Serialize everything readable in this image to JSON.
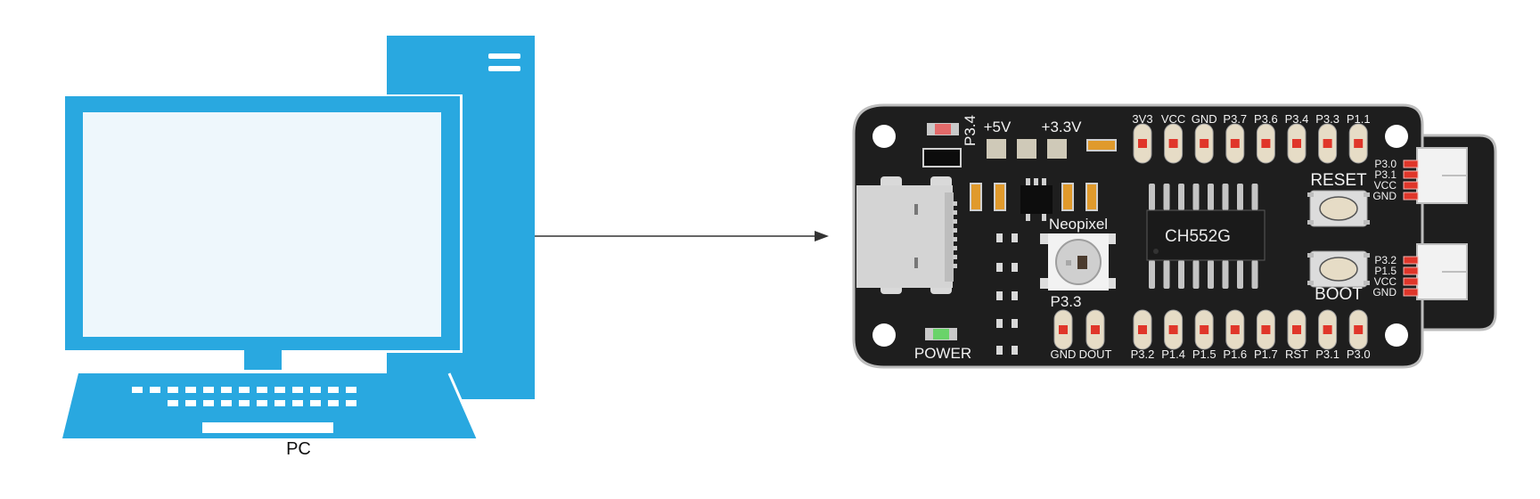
{
  "pc": {
    "label": "PC"
  },
  "board": {
    "chip": "CH552G",
    "neopixel_label": "Neopixel",
    "neopixel_pin": "P3.3",
    "led_pin": "P3.4",
    "power_label": "POWER",
    "reset_label": "RESET",
    "boot_label": "BOOT",
    "voltage_labels": [
      "+5V",
      "+3.3V"
    ],
    "top_pins": [
      "3V3",
      "VCC",
      "GND",
      "P3.7",
      "P3.6",
      "P3.4",
      "P3.3",
      "P1.1"
    ],
    "bottom_pins_left": [
      "GND",
      "DOUT"
    ],
    "bottom_pins": [
      "P3.2",
      "P1.4",
      "P1.5",
      "P1.6",
      "P1.7",
      "RST",
      "P3.1",
      "P3.0"
    ],
    "connector_top": [
      "P3.0",
      "P3.1",
      "VCC",
      "GND"
    ],
    "connector_bottom": [
      "P3.2",
      "P1.5",
      "VCC",
      "GND"
    ]
  },
  "colors": {
    "pc_blue": "#29a8e0",
    "screen": "#eef7fc",
    "board": "#1e1e1e",
    "pad_red": "#e0362a",
    "pad_cream": "#e6dcc6",
    "arrow": "#333333"
  }
}
